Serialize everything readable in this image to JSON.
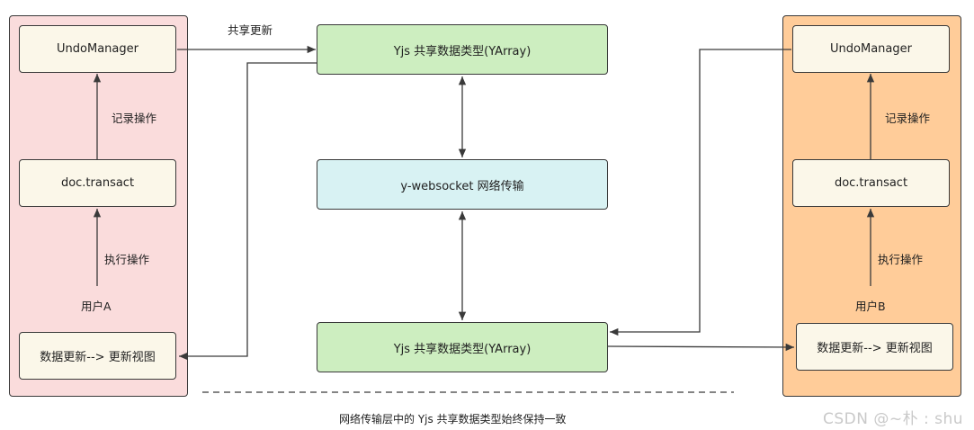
{
  "left_client": {
    "undo_manager": "UndoManager",
    "transact": "doc.transact",
    "view_update": "数据更新--> 更新视图",
    "record_label": "记录操作",
    "exec_label": "执行操作",
    "user_label": "用户A"
  },
  "right_client": {
    "undo_manager": "UndoManager",
    "transact": "doc.transact",
    "view_update": "数据更新--> 更新视图",
    "record_label": "记录操作",
    "exec_label": "执行操作",
    "user_label": "用户B"
  },
  "center": {
    "shared_top": "Yjs 共享数据类型(YArray)",
    "transport": "y-websocket 网络传输",
    "shared_bottom": "Yjs 共享数据类型(YArray)",
    "shared_update_label": "共享更新"
  },
  "footnote": "网络传输层中的 Yjs 共享数据类型始终保持一致",
  "watermark": "CSDN @~朴 : shu",
  "colors": {
    "left_panel": "#fadcdc",
    "right_panel": "#ffcc99",
    "client_box": "#fbf7e9",
    "shared_box": "#cdeec0",
    "transport_box": "#d8f2f3",
    "line": "#3a3a3a"
  }
}
